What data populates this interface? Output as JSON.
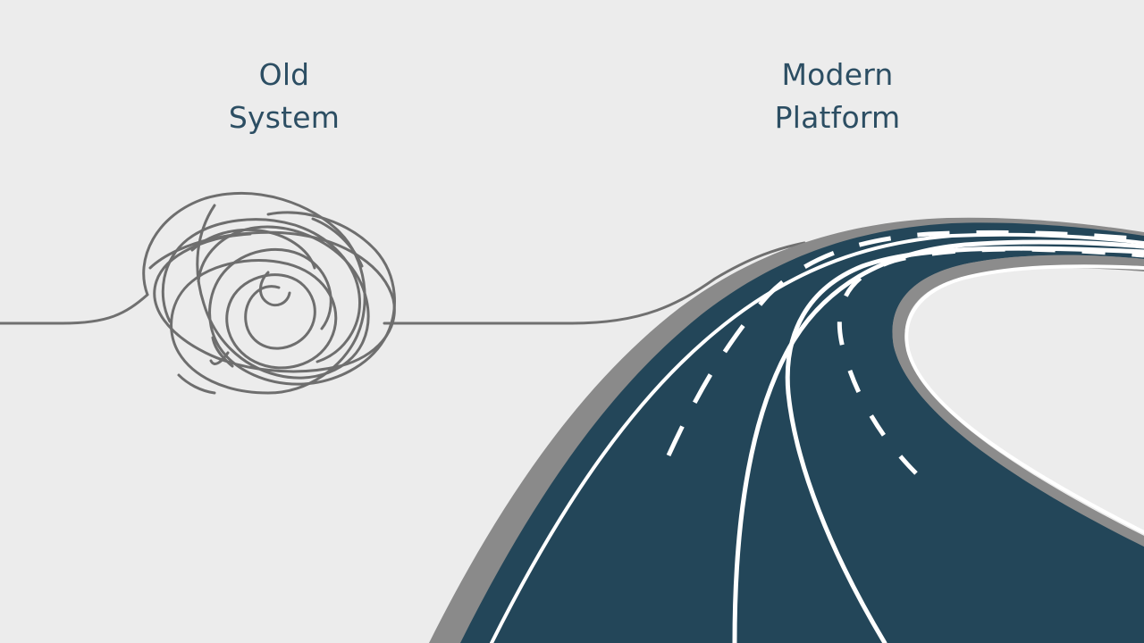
{
  "labels": {
    "old_system": [
      "Old",
      "System"
    ],
    "modern_platform": [
      "Modern",
      "Platform"
    ]
  },
  "colors": {
    "background": "#ececec",
    "label_text": "#2c4e63",
    "tangle_line": "#6e6e6e",
    "road_surface": "#234659",
    "road_edge": "#8c8c8c",
    "lane_markings": "#ffffff"
  },
  "icons": {
    "tangle": "tangled-scribble-icon",
    "road": "highway-road-icon"
  }
}
